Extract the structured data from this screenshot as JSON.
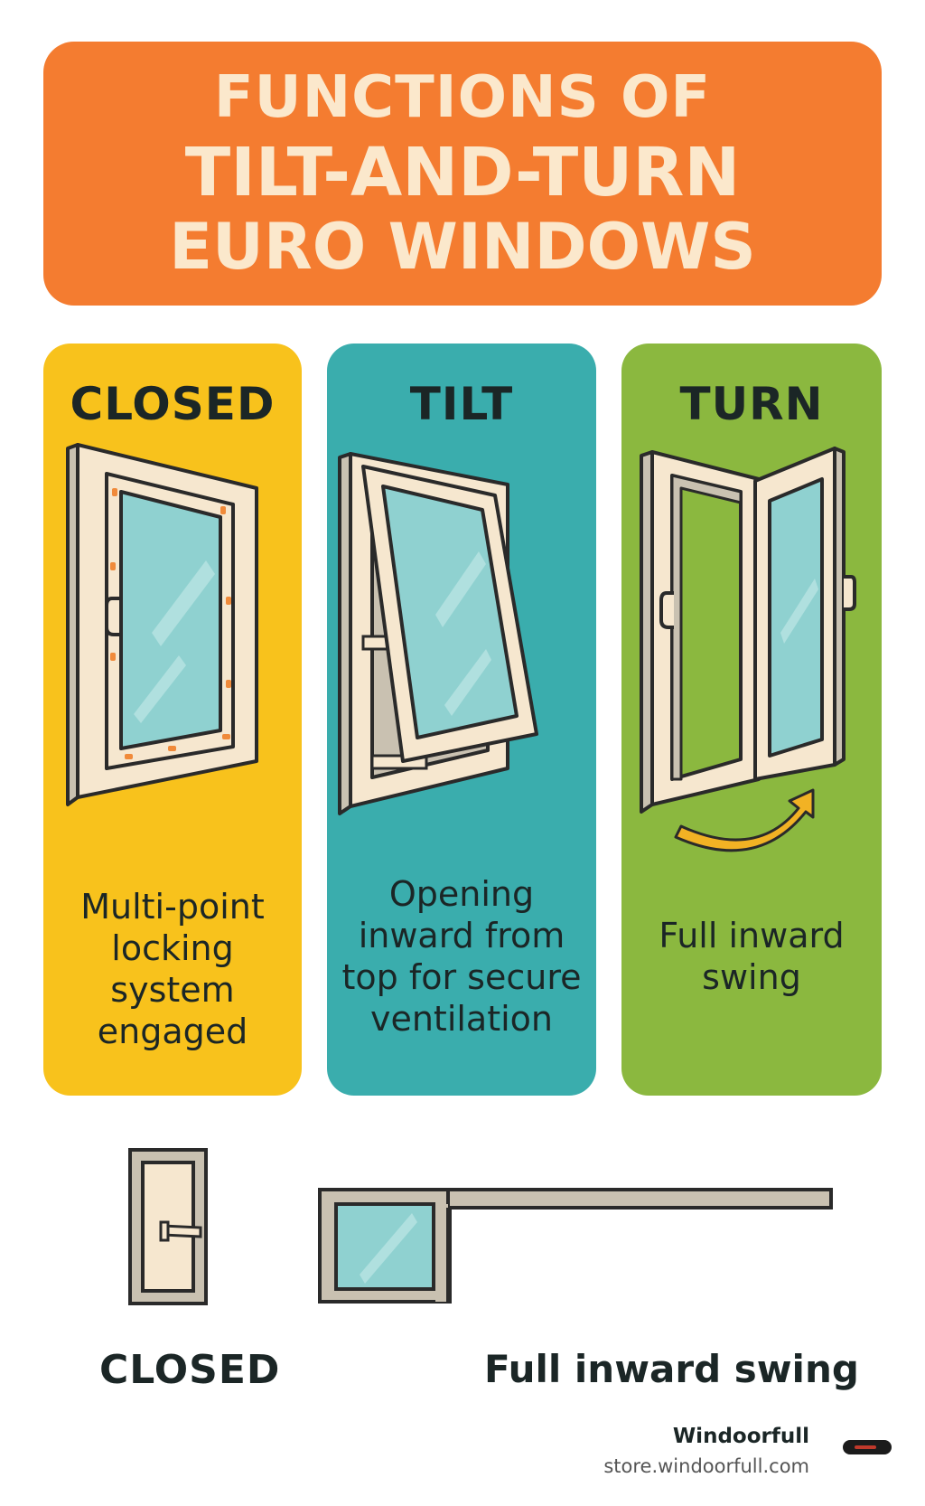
{
  "banner": {
    "line1": "FUNCTIONS OF",
    "line2": "TILT-AND-TURN",
    "line3": "EURO WINDOWS"
  },
  "panels": [
    {
      "title": "CLOSED",
      "description": "Multi-point\nlocking\nsystem\nengaged",
      "color": "#f8c21c",
      "icon": "closed-window-icon"
    },
    {
      "title": "TILT",
      "description": "Opening\ninward from\ntop for secure\nventilation",
      "color": "#3aadad",
      "icon": "tilted-window-icon"
    },
    {
      "title": "TURN",
      "description": "Full inward\nswing",
      "color": "#8bb83f",
      "icon": "turned-window-icon"
    }
  ],
  "bottom": {
    "closed_label": "CLOSED",
    "swing_label": "Full inward swing"
  },
  "footer": {
    "brand": "Windoorfull",
    "url": "store.windoorfull.com"
  },
  "colors": {
    "banner": "#f47c30",
    "banner_text": "#fbe8cc",
    "frame": "#f6e7cf",
    "glass": "#8fd1d0",
    "arrow": "#f2b224"
  }
}
